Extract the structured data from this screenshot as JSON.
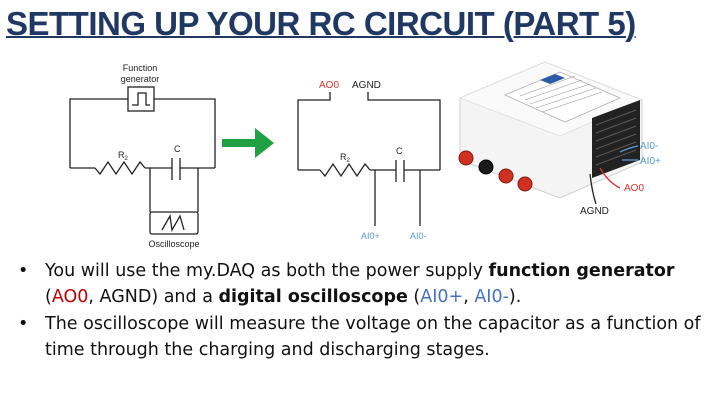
{
  "title": "SETTING UP YOUR RC CIRCUIT (PART 5)",
  "colors": {
    "title": "#1f3864",
    "arrow": "#1ea043",
    "red_label": "#e03030",
    "blue_label": "#5b9bd5",
    "text_red": "#c00000",
    "text_blue": "#4472c4"
  },
  "left_circuit": {
    "function_generator": [
      "Function",
      "generator"
    ],
    "resistor": "R",
    "resistor_sub": "2",
    "capacitor": "C",
    "oscilloscope": "Oscilloscope"
  },
  "right_circuit": {
    "ao0": "AO0",
    "agnd": "AGND",
    "resistor": "R",
    "resistor_sub": "2",
    "capacitor": "C",
    "ai0_plus": "AI0+",
    "ai0_minus": "AI0-"
  },
  "device_labels": {
    "ai0_minus": "AI0-",
    "ai0_plus": "AI0+",
    "ao0": "AO0",
    "agnd": "AGND"
  },
  "bullets": [
    {
      "bullet": "•",
      "t1": "You will use the my.DAQ as both the power supply ",
      "b1": "function generator",
      "t2": " (",
      "r1": "AO0",
      "t3": ", AGND) and a ",
      "b2": "digital oscilloscope",
      "t4": " (",
      "bl1": "AI0+",
      "t5": ", ",
      "bl2": "AI0-",
      "t6": ")."
    },
    {
      "bullet": "•",
      "text": "The oscilloscope will measure the voltage on the capacitor as a function of time through the charging and discharging stages."
    }
  ]
}
